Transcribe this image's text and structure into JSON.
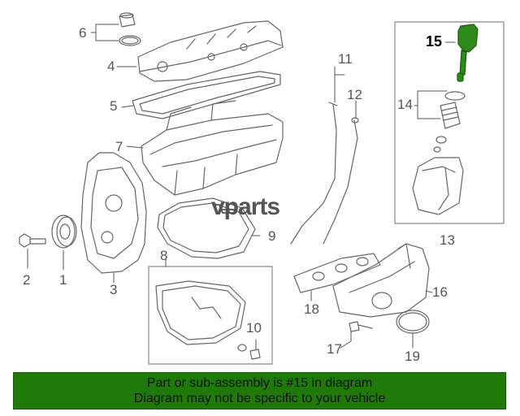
{
  "callouts": {
    "c1": "1",
    "c2": "2",
    "c3": "3",
    "c4": "4",
    "c5": "5",
    "c6": "6",
    "c7": "7",
    "c8": "8",
    "c9": "9",
    "c10": "10",
    "c11": "11",
    "c12": "12",
    "c13": "13",
    "c14": "14",
    "c15": "15",
    "c16": "16",
    "c17": "17",
    "c18": "18",
    "c19": "19"
  },
  "highlight_part": "15",
  "watermark": "vparts",
  "banner": {
    "line1": "Part or sub-assembly is #15 in diagram",
    "line2": "Diagram may not be specific to your vehicle"
  },
  "colors": {
    "banner_bg": "#1f7a0a",
    "highlight_part": "#2e8b1a",
    "line_art": "#666666"
  },
  "icons": {
    "watermark_logo": "cart-icon"
  }
}
